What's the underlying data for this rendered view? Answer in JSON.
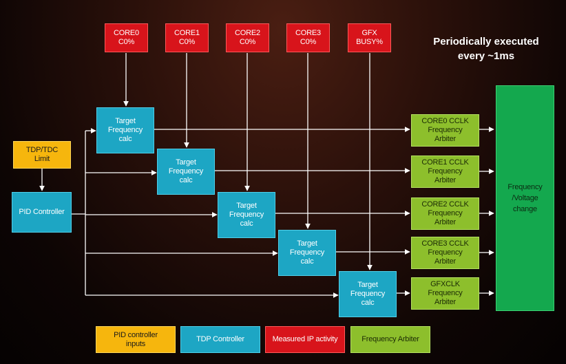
{
  "activity": {
    "core0": "CORE0\nC0%",
    "core1": "CORE1\nC0%",
    "core2": "CORE2\nC0%",
    "core3": "CORE3\nC0%",
    "gfx": "GFX\nBUSY%"
  },
  "note": "Periodically executed\nevery ~1ms",
  "inputs": {
    "tdp_tdc": "TDP/TDC\nLimit"
  },
  "pid": "PID Controller",
  "calc": [
    "Target\nFrequency\ncalc",
    "Target\nFrequency\ncalc",
    "Target\nFrequency\ncalc",
    "Target\nFrequency\ncalc",
    "Target\nFrequency\ncalc"
  ],
  "arbiters": [
    "CORE0 CCLK\nFrequency\nArbiter",
    "CORE1 CCLK\nFrequency\nArbiter",
    "CORE2 CCLK\nFrequency\nArbiter",
    "CORE3 CCLK\nFrequency\nArbiter",
    "GFXCLK\nFrequency\nArbiter"
  ],
  "fv_change": "Frequency\n/Voltage\nchange",
  "legend": [
    "PID controller\ninputs",
    "TDP Controller",
    "Measured IP activity",
    "Frequency Arbiter"
  ],
  "colors": {
    "measured_ip_activity": "#d8141b",
    "tdp_controller": "#1da6c4",
    "pid_controller_inputs": "#f6b60d",
    "frequency_arbiter": "#8dbf2c",
    "frequency_voltage_change": "#14a84e"
  }
}
